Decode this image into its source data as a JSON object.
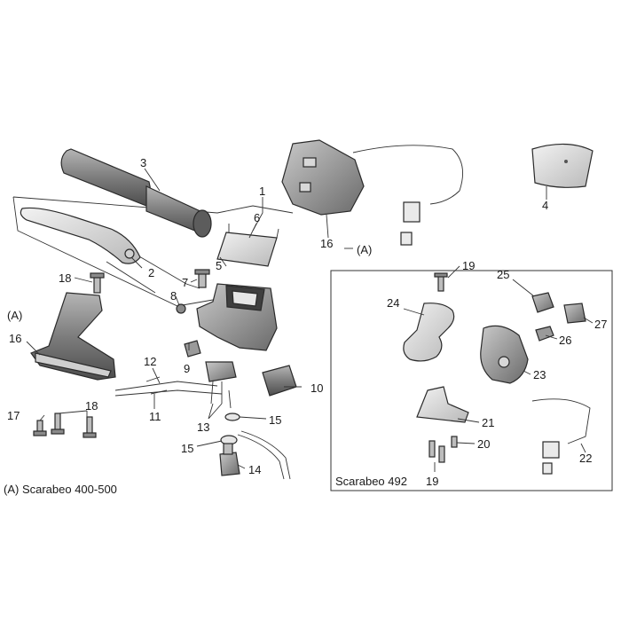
{
  "callouts": {
    "c1": "1",
    "c2": "2",
    "c3": "3",
    "c4": "4",
    "c5": "5",
    "c6": "6",
    "c7": "7",
    "c8": "8",
    "c9": "9",
    "c10": "10",
    "c11": "11",
    "c12": "12",
    "c13": "13",
    "c14": "14",
    "c15a": "15",
    "c15b": "15",
    "c16a": "16",
    "c16b": "16",
    "c17": "17",
    "c18a": "18",
    "c18b": "18",
    "c19a": "19",
    "c19b": "19",
    "c20": "20",
    "c21": "21",
    "c22": "22",
    "c23": "23",
    "c24": "24",
    "c25": "25",
    "c26": "26",
    "c27": "27"
  },
  "notes": {
    "a_upper": "(A)",
    "a_left": "(A)",
    "legend": "(A) Scarabeo 400-500",
    "inset_title": "Scarabeo 492"
  },
  "colors": {
    "part_fill": "#9a9a9a",
    "part_dark": "#5c5c5c",
    "part_light": "#d9d9d9",
    "line": "#333333"
  }
}
